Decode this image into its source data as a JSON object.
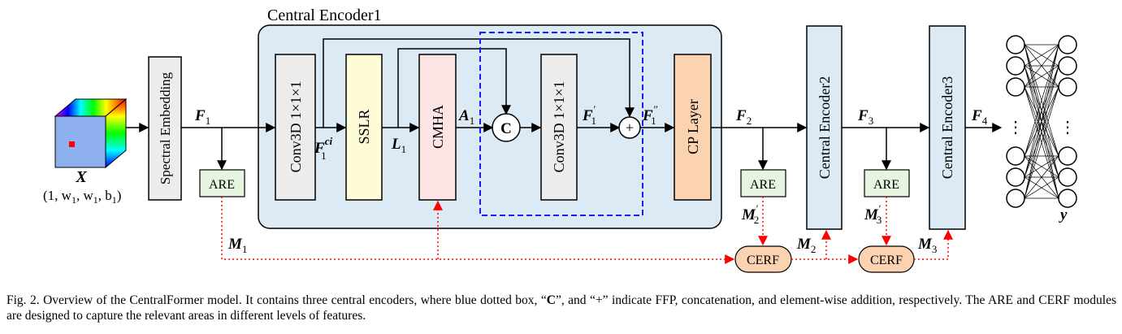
{
  "encoder1_title": "Central Encoder1",
  "input": {
    "symbol": "X",
    "shape": "(1, w",
    "shape_w1": "1",
    "shape_sep": ", w",
    "shape_w2": "1",
    "shape_sep2": ", b",
    "shape_b": "1",
    "shape_close": ")"
  },
  "blocks": {
    "spectral_embedding": "Spectral Embedding",
    "conv3d_a": "Conv3D 1×1×1",
    "sslr": "SSLR",
    "cmha": "CMHA",
    "conv3d_b": "Conv3D 1×1×1",
    "cp_layer": "CP Layer",
    "central_encoder2": "Central Encoder2",
    "central_encoder3": "Central Encoder3",
    "are": "ARE",
    "cerf": "CERF",
    "concat": "C",
    "add": "+"
  },
  "labels": {
    "F": "F",
    "sub1": "1",
    "sub2": "2",
    "sub3": "3",
    "sub4": "4",
    "ci": "ci",
    "L": "L",
    "A": "A",
    "M": "M",
    "y": "y",
    "prime": "′",
    "dprime": "″",
    "dots": "⋮"
  },
  "colors": {
    "encoder_bg": "#dbeaf4",
    "spectral": "#ececec",
    "conv": "#ececec",
    "sslr": "#fefcd6",
    "cmha": "#fde4e4",
    "cp": "#fbd3b0",
    "encoder_block": "#dbeaf4",
    "are": "#e6f5e0",
    "cerf": "#fbd3b0",
    "ffp_box": "#1a1aff",
    "red_path": "#ff0000"
  },
  "caption": {
    "lead": "Fig. 2.  Overview of the CentralFormer model. It contains three central encoders, where blue dotted box, “",
    "bold_c": "C",
    "mid": "”, and “+” indicate FFP, concatenation, and element-wise addition, respectively. The ARE and CERF modules are designed to capture the relevant areas in different levels of features."
  }
}
